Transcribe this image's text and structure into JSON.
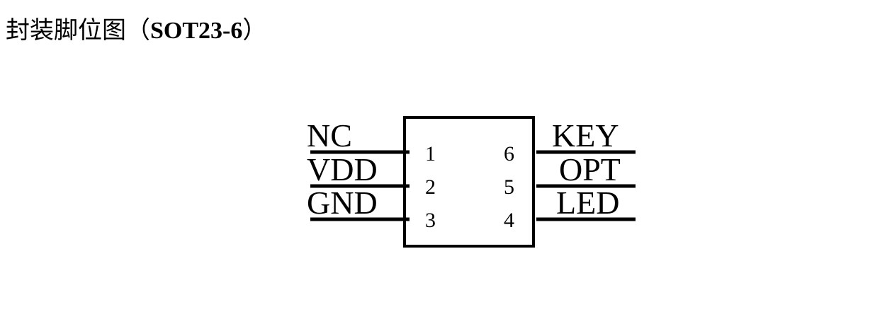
{
  "title": {
    "prefix": "封装脚位图（",
    "package": "SOT23-6",
    "suffix": "）"
  },
  "package": {
    "left_pins": [
      {
        "number": "1",
        "name": "NC"
      },
      {
        "number": "2",
        "name": "VDD"
      },
      {
        "number": "3",
        "name": "GND"
      }
    ],
    "right_pins": [
      {
        "number": "6",
        "name": "KEY"
      },
      {
        "number": "5",
        "name": "OPT"
      },
      {
        "number": "4",
        "name": "LED"
      }
    ]
  },
  "colors": {
    "line": "#000000",
    "text": "#000000",
    "background": "#ffffff"
  }
}
